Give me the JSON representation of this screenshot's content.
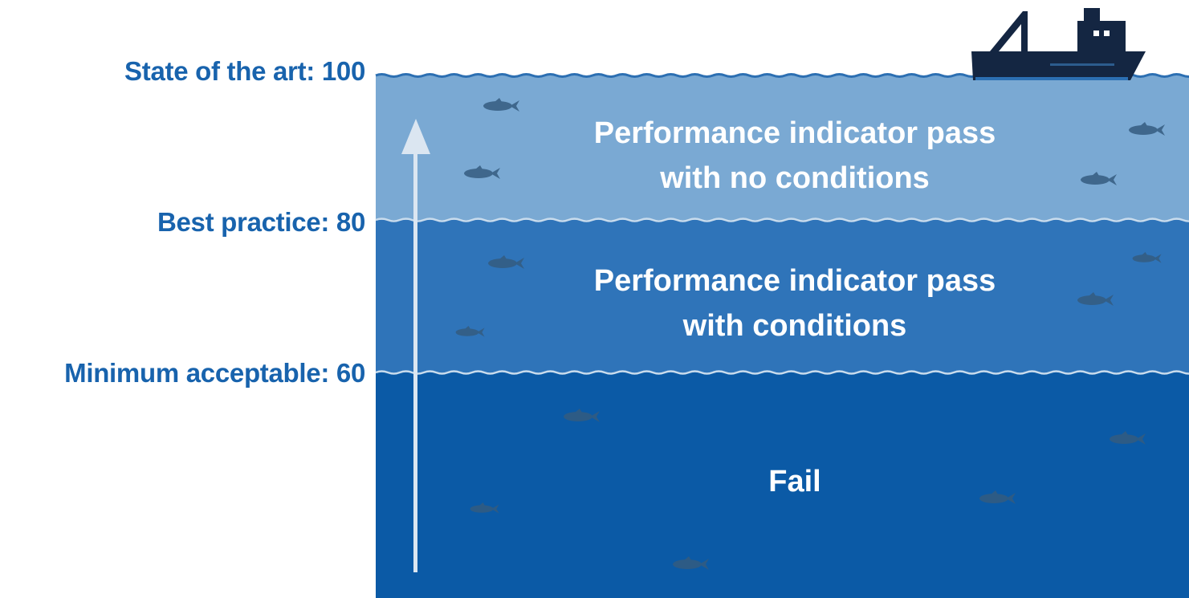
{
  "levels": {
    "state_of_the_art": "State of the art: 100",
    "best_practice": "Best practice: 80",
    "minimum_acceptable": "Minimum acceptable: 60"
  },
  "zones": {
    "top": {
      "line1": "Performance indicator pass",
      "line2": "with no conditions"
    },
    "middle": {
      "line1": "Performance indicator pass",
      "line2": "with conditions"
    },
    "bottom": {
      "line1": "Fail"
    }
  },
  "colors": {
    "label": "#1863ad",
    "zone_top": "#7aa9d3",
    "zone_middle": "#2f74b9",
    "zone_bottom": "#0b5aa6",
    "fish": "#345c80",
    "boat": "#142642",
    "arrow": "#dbe6f1"
  },
  "icons": [
    "boat-icon",
    "fish-icon",
    "arrow-up-icon"
  ]
}
